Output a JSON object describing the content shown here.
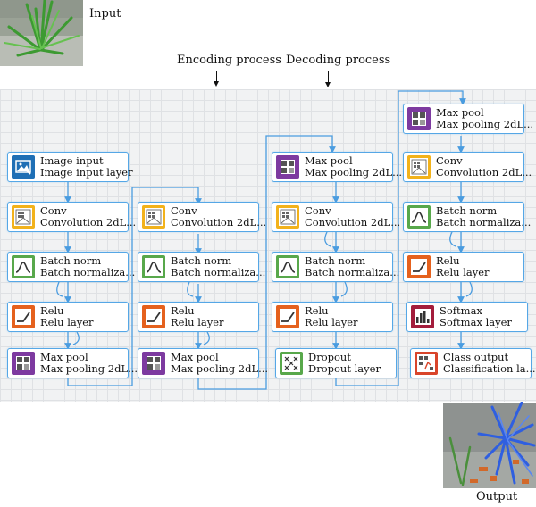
{
  "labels": {
    "input": "Input",
    "output": "Output",
    "encoding": "Encoding process",
    "decoding": "Decoding process"
  },
  "columns": [
    {
      "layers": [
        {
          "title": "Image input",
          "subtitle": "Image input layer",
          "icon": "image-input-icon"
        },
        {
          "title": "Conv",
          "subtitle": "Convolution 2dL...",
          "icon": "convolution-icon"
        },
        {
          "title": "Batch norm",
          "subtitle": "Batch normaliza...",
          "icon": "bell-curve-icon"
        },
        {
          "title": "Relu",
          "subtitle": "Relu layer",
          "icon": "ramp-icon"
        },
        {
          "title": "Max pool",
          "subtitle": "Max pooling 2dL...",
          "icon": "pool-grid-icon"
        }
      ]
    },
    {
      "layers": [
        {
          "title": "Conv",
          "subtitle": "Convolution 2dL...",
          "icon": "convolution-icon"
        },
        {
          "title": "Batch norm",
          "subtitle": "Batch normaliza...",
          "icon": "bell-curve-icon"
        },
        {
          "title": "Relu",
          "subtitle": "Relu layer",
          "icon": "ramp-icon"
        },
        {
          "title": "Max pool",
          "subtitle": "Max pooling 2dL...",
          "icon": "pool-grid-icon"
        }
      ]
    },
    {
      "layers": [
        {
          "title": "Max pool",
          "subtitle": "Max pooling 2dL...",
          "icon": "pool-grid-icon"
        },
        {
          "title": "Conv",
          "subtitle": "Convolution 2dL...",
          "icon": "convolution-icon"
        },
        {
          "title": "Batch norm",
          "subtitle": "Batch normaliza...",
          "icon": "bell-curve-icon"
        },
        {
          "title": "Relu",
          "subtitle": "Relu layer",
          "icon": "ramp-icon"
        },
        {
          "title": "Dropout",
          "subtitle": "Dropout layer",
          "icon": "dropout-icon"
        }
      ]
    },
    {
      "layers": [
        {
          "title": "Max pool",
          "subtitle": "Max pooling 2dL...",
          "icon": "pool-grid-icon"
        },
        {
          "title": "Conv",
          "subtitle": "Convolution 2dL...",
          "icon": "convolution-icon"
        },
        {
          "title": "Batch norm",
          "subtitle": "Batch normaliza...",
          "icon": "bell-curve-icon"
        },
        {
          "title": "Relu",
          "subtitle": "Relu layer",
          "icon": "ramp-icon"
        },
        {
          "title": "Softmax",
          "subtitle": "Softmax layer",
          "icon": "bar-chart-icon"
        },
        {
          "title": "Class output",
          "subtitle": "Classification la...",
          "icon": "class-output-icon"
        }
      ]
    }
  ],
  "colors": {
    "wire": "#4a9ce0",
    "node_border": "#55a7e6"
  }
}
